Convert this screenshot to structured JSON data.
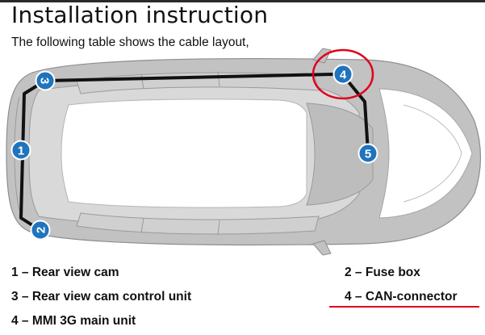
{
  "document": {
    "title": "Installation instruction",
    "subtitle": "The following table shows the cable layout,"
  },
  "diagram": {
    "markers": [
      {
        "id": "1",
        "label": "1"
      },
      {
        "id": "2",
        "label": "2"
      },
      {
        "id": "3",
        "label": "3"
      },
      {
        "id": "4",
        "label": "4"
      },
      {
        "id": "5",
        "label": "5"
      }
    ],
    "highlighted_marker": "4",
    "colors": {
      "marker_fill": "#1f74bd",
      "cable": "#111111",
      "highlight": "#e0001a",
      "car_body": "#bcbcbc"
    }
  },
  "legend": {
    "item1": "1 – Rear view cam",
    "item2": "2 – Fuse box",
    "item3": "3 – Rear view cam control unit",
    "item4a": "4 – CAN-connector",
    "item4b": "4 – MMI 3G main unit"
  }
}
